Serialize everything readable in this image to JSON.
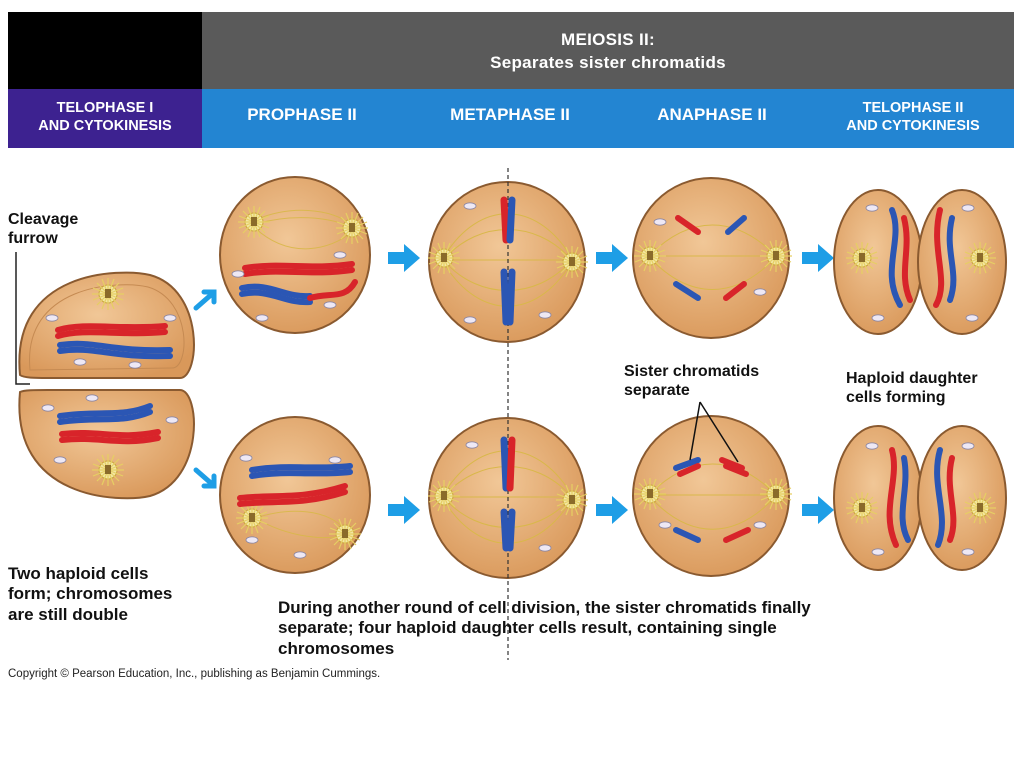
{
  "header": {
    "title_line1": "MEIOSIS II:",
    "title_line2": "Separates sister chromatids"
  },
  "phases": [
    {
      "label": "TELOPHASE I",
      "label_line2": "AND CYTOKINESIS"
    },
    {
      "label": "PROPHASE II"
    },
    {
      "label": "METAPHASE II"
    },
    {
      "label": "ANAPHASE II"
    },
    {
      "label": "TELOPHASE II",
      "label_line2": "AND CYTOKINESIS"
    }
  ],
  "labels": {
    "cleavage_furrow_1": "Cleavage",
    "cleavage_furrow_2": "furrow",
    "sister_chromatids_1": "Sister chromatids",
    "sister_chromatids_2": "separate",
    "haploid_forming_1": "Haploid daughter",
    "haploid_forming_2": "cells forming",
    "two_haploid_1": "Two haploid cells",
    "two_haploid_2": "form; chromosomes",
    "two_haploid_3": "are still double",
    "caption_1": "During another round of cell division, the sister chromatids finally",
    "caption_2": "separate; four haploid daughter cells result, containing single",
    "caption_3": "chromosomes"
  },
  "copyright": "Copyright © Pearson Education, Inc., publishing as Benjamin Cummings.",
  "colors": {
    "cell_fill": "#e7b37d",
    "cell_edge": "#9a6a3e",
    "chromatid_red": "#d8242a",
    "chromatid_blue": "#2b56b4",
    "arrow_blue": "#1e9ee6",
    "header_gray": "#5a5a5a",
    "header_purple": "#3d2290",
    "header_blue": "#2385d2"
  }
}
